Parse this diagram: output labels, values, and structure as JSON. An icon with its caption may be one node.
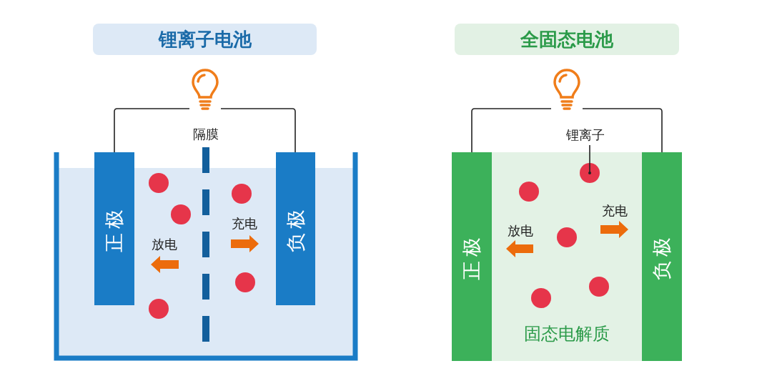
{
  "diagram": {
    "nodes": [
      {
        "text": [
          "锂离子电池"
        ]
      },
      {
        "text": [],
        "shape": "picture"
      },
      {
        "text": [
          "正极"
        ]
      },
      {
        "text": [
          "负极"
        ]
      },
      {
        "text": [
          "全固态电池"
        ]
      },
      {
        "text": [],
        "shape": "picture"
      },
      {
        "text": [
          "正极"
        ]
      },
      {
        "text": [
          "固态电解质"
        ]
      },
      {
        "text": [
          "负极"
        ]
      },
      {
        "text": [
          "锂离子"
        ]
      },
      {
        "text": [],
        "shape": "circle",
        "in": 7
      }
    ],
    "edges": [
      {
        "from": 1,
        "to": 2,
        "arrow": "none"
      },
      {
        "from": 1,
        "to": 3,
        "arrow": "none"
      },
      {
        "from": 5,
        "to": 6,
        "arrow": "none"
      },
      {
        "from": 5,
        "to": 8,
        "arrow": "none"
      },
      {
        "from": 9,
        "to": 10,
        "arrow": "other"
      }
    ],
    "labels": [
      "隔膜",
      "放电",
      "充电",
      "放电",
      "充电"
    ]
  }
}
